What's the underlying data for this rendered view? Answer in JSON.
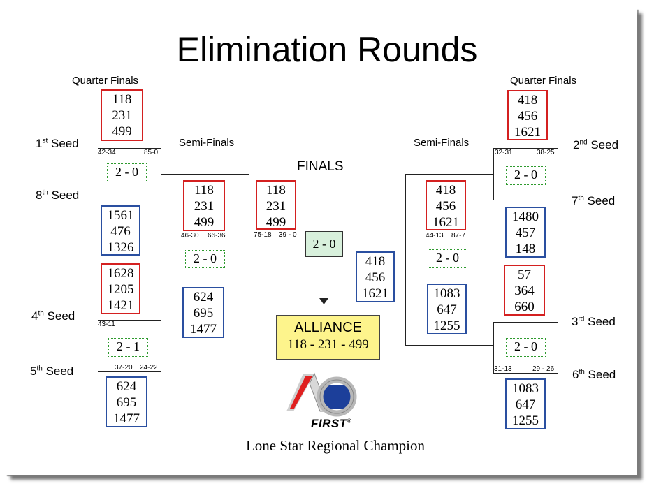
{
  "title": "Elimination Rounds",
  "labels": {
    "qf_left": "Quarter Finals",
    "qf_right": "Quarter Finals",
    "sf_left": "Semi-Finals",
    "sf_right": "Semi-Finals",
    "finals": "FINALS"
  },
  "seeds": {
    "s1": {
      "num": "1",
      "suf": "st",
      "word": "Seed"
    },
    "s8": {
      "num": "8",
      "suf": "th",
      "word": "Seed"
    },
    "s4": {
      "num": "4",
      "suf": "th",
      "word": "Seed"
    },
    "s5": {
      "num": "5",
      "suf": "th",
      "word": "Seed"
    },
    "s2": {
      "num": "2",
      "suf": "nd",
      "word": "Seed"
    },
    "s7": {
      "num": "7",
      "suf": "th",
      "word": "Seed"
    },
    "s3": {
      "num": "3",
      "suf": "rd",
      "word": "Seed"
    },
    "s6": {
      "num": "6",
      "suf": "th",
      "word": "Seed"
    }
  },
  "alliances": {
    "qf_l1": [
      "118",
      "231",
      "499"
    ],
    "qf_l8": [
      "1561",
      "476",
      "1326"
    ],
    "qf_l4": [
      "1628",
      "1205",
      "1421"
    ],
    "qf_l5": [
      "624",
      "695",
      "1477"
    ],
    "sf_l_top": [
      "118",
      "231",
      "499"
    ],
    "sf_l_bot": [
      "624",
      "695",
      "1477"
    ],
    "f_l": [
      "118",
      "231",
      "499"
    ],
    "f_r": [
      "418",
      "456",
      "1621"
    ],
    "sf_r_top": [
      "418",
      "456",
      "1621"
    ],
    "sf_r_bot": [
      "1083",
      "647",
      "1255"
    ],
    "qf_r2": [
      "418",
      "456",
      "1621"
    ],
    "qf_r7": [
      "1480",
      "457",
      "148"
    ],
    "qf_r3": [
      "57",
      "364",
      "660"
    ],
    "qf_r6": [
      "1083",
      "647",
      "1255"
    ]
  },
  "series": {
    "qf_l_top": "2 - 0",
    "sf_l": "2 - 0",
    "qf_l_bot": "2 - 1",
    "finals": "2 - 0",
    "sf_r": "2 - 0",
    "qf_r_top": "2 - 0",
    "qf_r_bot": "2 - 0"
  },
  "match_scores": {
    "qf_l_top_a": "42-34",
    "qf_l_top_b": "85-0",
    "sf_l_a": "46-30",
    "sf_l_b": "66-36",
    "qf_l_bot_a": "43-11",
    "qf_l_bot_b": "37-20",
    "qf_l_bot_c": "24-22",
    "f_a": "75-18",
    "f_b": "39 - 0",
    "sf_r_a": "44-13",
    "sf_r_b": "87-7",
    "qf_r_top_a": "32-31",
    "qf_r_top_b": "38-25",
    "qf_r_bot_a": "31-13",
    "qf_r_bot_b": "29 - 26"
  },
  "champion": {
    "heading": "ALLIANCE",
    "teams": "118 - 231 - 499"
  },
  "logo": {
    "text": "FIRST",
    "mark": "®"
  },
  "footer": "Lone Star Regional Champion",
  "colors": {
    "red_border": "#d42020",
    "blue_border": "#2a4fa0",
    "score_border": "#2e9a2e",
    "champion_bg": "#fdf48c",
    "finals_bg": "#d8f0dc"
  }
}
